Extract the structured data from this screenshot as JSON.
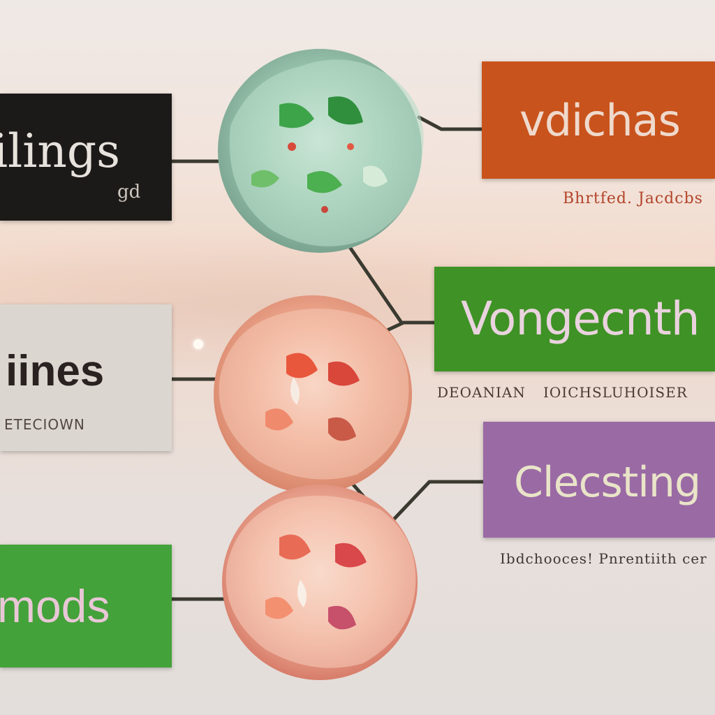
{
  "left_boxes": [
    {
      "label": "ilings",
      "sublabel": "gd",
      "color": "#1c1a19"
    },
    {
      "label": "iines",
      "sublabel": "ETECIOWN",
      "color": "#dcd6d0"
    },
    {
      "label": "mods",
      "sublabel": "",
      "color": "#43a23a"
    }
  ],
  "right_boxes": [
    {
      "label": "vdichas",
      "caption": "Bhrtfed. Jacdcbs",
      "color": "#c9531c"
    },
    {
      "label": "Vongecnth",
      "caption_a": "DEOANIAN",
      "caption_b": "IOICHSLUHOISER",
      "color": "#3f9225"
    },
    {
      "label": "Clecsting",
      "caption": "Ibdchooces! Pnrentiith cer",
      "color": "#9a6aa5"
    }
  ],
  "nodes": [
    {
      "name": "flower-node-top",
      "palette": [
        "#9fd0b8",
        "#5fb35a",
        "#d8e8dc",
        "#7aa88c"
      ]
    },
    {
      "name": "flower-node-middle",
      "palette": [
        "#f2a98c",
        "#e06a52",
        "#f7d6c6",
        "#d98a70"
      ]
    },
    {
      "name": "flower-node-bottom",
      "palette": [
        "#f0b49c",
        "#e8806a",
        "#f8dccd",
        "#d45f5a"
      ]
    }
  ]
}
